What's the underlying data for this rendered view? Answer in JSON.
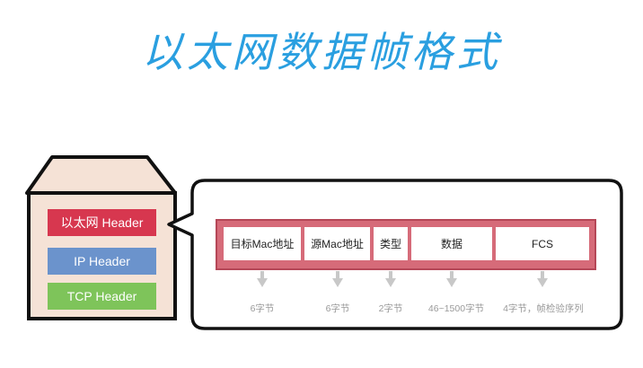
{
  "title": "以太网数据帧格式",
  "packet": {
    "headers": [
      {
        "label": "以太网 Header",
        "color": "#d7374f"
      },
      {
        "label": "IP Header",
        "color": "#6b93cc"
      },
      {
        "label": "TCP Header",
        "color": "#7ec45a"
      }
    ]
  },
  "frame": {
    "fields": [
      {
        "name": "目标Mac地址",
        "size": "6字节"
      },
      {
        "name": "源Mac地址",
        "size": "6字节"
      },
      {
        "name": "类型",
        "size": "2字节"
      },
      {
        "name": "数据",
        "size": "46~1500字节"
      },
      {
        "name": "FCS",
        "size": "4字节，帧检验序列"
      }
    ]
  },
  "colors": {
    "title": "#2a9fe0",
    "box_fill": "#f5e2d6",
    "frame_strip": "#d66b79",
    "arrow": "#c8c8c8"
  }
}
